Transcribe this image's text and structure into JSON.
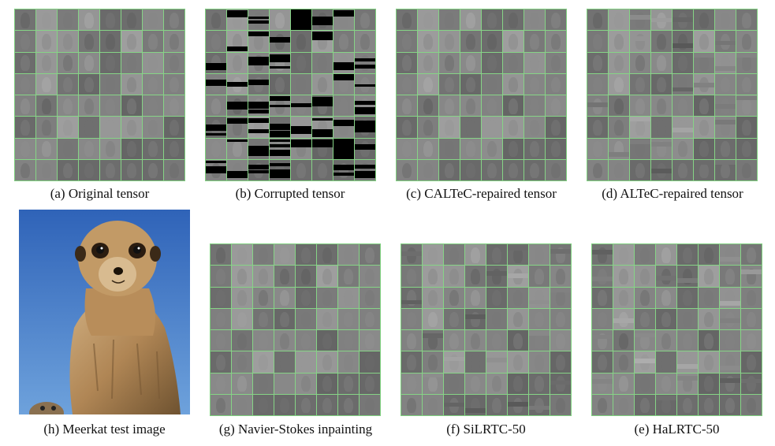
{
  "figure": {
    "panels": [
      {
        "id": "a",
        "caption": "(a) Original tensor",
        "variant": "original"
      },
      {
        "id": "b",
        "caption": "(b) Corrupted tensor",
        "variant": "corrupted"
      },
      {
        "id": "c",
        "caption": "(c) CALTeC-repaired tensor",
        "variant": "repaired"
      },
      {
        "id": "d",
        "caption": "(d) ALTeC-repaired tensor",
        "variant": "striped"
      },
      {
        "id": "h",
        "caption": "(h) Meerkat test image",
        "variant": "photo"
      },
      {
        "id": "g",
        "caption": "(g) Navier-Stokes inpainting",
        "variant": "inpaint"
      },
      {
        "id": "f",
        "caption": "(f) SiLRTC-50",
        "variant": "striped"
      },
      {
        "id": "e",
        "caption": "(e) HaLRTC-50",
        "variant": "striped"
      }
    ],
    "colors": {
      "grid_line": "#86d486",
      "tile_gray": "#9a9a9a",
      "corruption": "#000000",
      "sky": "#3f78c8",
      "fur": "#b8915e"
    }
  }
}
